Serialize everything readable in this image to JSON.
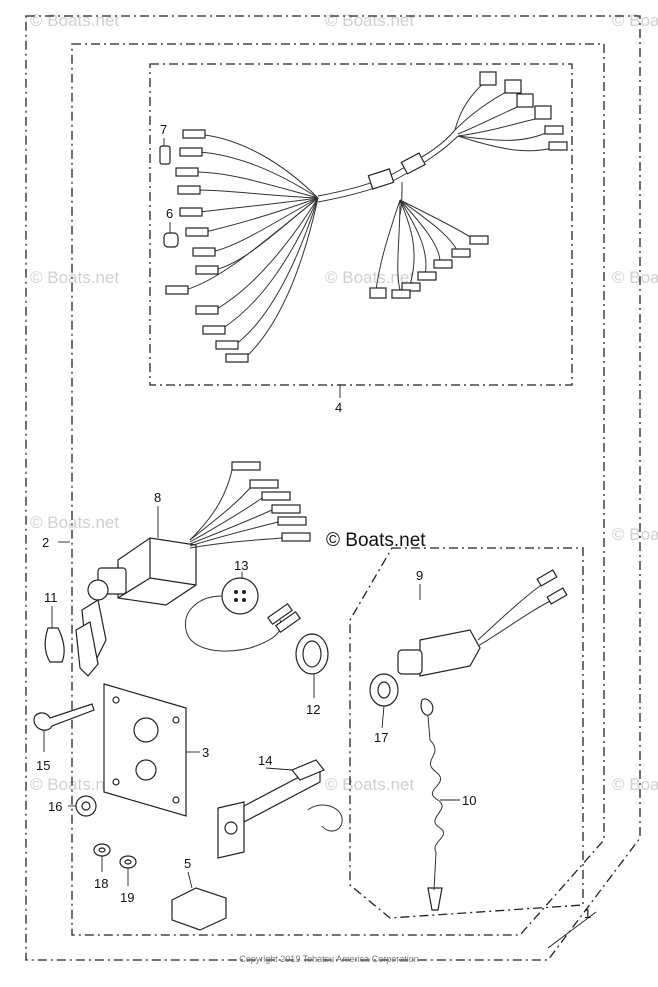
{
  "watermark": "© Boats.net",
  "brand_mark": "© Boats.net",
  "copyright": "Copyright 2019 Tohatsu America Corporation",
  "callouts": [
    "1",
    "2",
    "3",
    "4",
    "5",
    "6",
    "7",
    "8",
    "9",
    "10",
    "11",
    "12",
    "13",
    "14",
    "15",
    "16",
    "17",
    "18",
    "19"
  ]
}
